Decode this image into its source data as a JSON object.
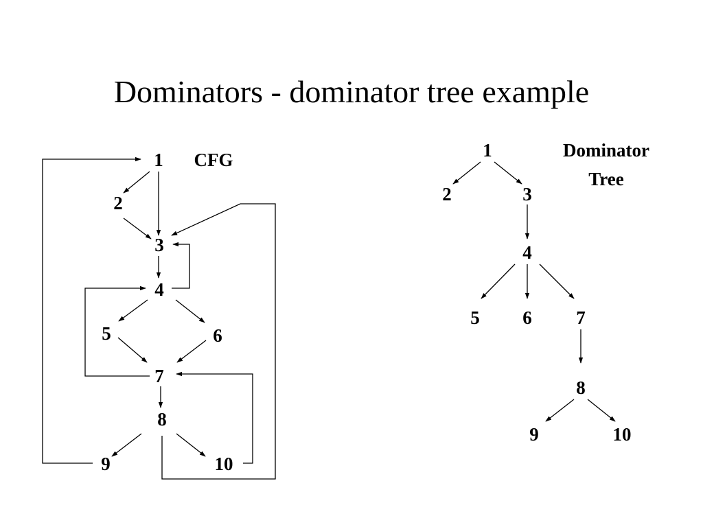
{
  "title": "Dominators - dominator tree example",
  "cfg": {
    "label": "CFG",
    "nodes": [
      {
        "id": "1",
        "label": "1"
      },
      {
        "id": "2",
        "label": "2"
      },
      {
        "id": "3",
        "label": "3"
      },
      {
        "id": "4",
        "label": "4"
      },
      {
        "id": "5",
        "label": "5"
      },
      {
        "id": "6",
        "label": "6"
      },
      {
        "id": "7",
        "label": "7"
      },
      {
        "id": "8",
        "label": "8"
      },
      {
        "id": "9",
        "label": "9"
      },
      {
        "id": "10",
        "label": "10"
      }
    ],
    "edges": [
      {
        "from": "1",
        "to": "2"
      },
      {
        "from": "1",
        "to": "3"
      },
      {
        "from": "2",
        "to": "3"
      },
      {
        "from": "3",
        "to": "4"
      },
      {
        "from": "4",
        "to": "3"
      },
      {
        "from": "4",
        "to": "5"
      },
      {
        "from": "4",
        "to": "6"
      },
      {
        "from": "5",
        "to": "7"
      },
      {
        "from": "6",
        "to": "7"
      },
      {
        "from": "7",
        "to": "4"
      },
      {
        "from": "7",
        "to": "8"
      },
      {
        "from": "8",
        "to": "9"
      },
      {
        "from": "8",
        "to": "10"
      },
      {
        "from": "8",
        "to": "3"
      },
      {
        "from": "9",
        "to": "1"
      },
      {
        "from": "10",
        "to": "7"
      }
    ]
  },
  "dominator_tree": {
    "label_line1": "Dominator",
    "label_line2": "Tree",
    "nodes": [
      {
        "id": "1",
        "label": "1"
      },
      {
        "id": "2",
        "label": "2"
      },
      {
        "id": "3",
        "label": "3"
      },
      {
        "id": "4",
        "label": "4"
      },
      {
        "id": "5",
        "label": "5"
      },
      {
        "id": "6",
        "label": "6"
      },
      {
        "id": "7",
        "label": "7"
      },
      {
        "id": "8",
        "label": "8"
      },
      {
        "id": "9",
        "label": "9"
      },
      {
        "id": "10",
        "label": "10"
      }
    ],
    "edges": [
      {
        "from": "1",
        "to": "2"
      },
      {
        "from": "1",
        "to": "3"
      },
      {
        "from": "3",
        "to": "4"
      },
      {
        "from": "4",
        "to": "5"
      },
      {
        "from": "4",
        "to": "6"
      },
      {
        "from": "4",
        "to": "7"
      },
      {
        "from": "7",
        "to": "8"
      },
      {
        "from": "8",
        "to": "9"
      },
      {
        "from": "8",
        "to": "10"
      }
    ]
  }
}
